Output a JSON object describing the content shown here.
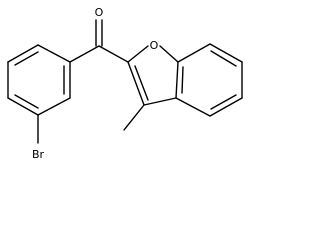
{
  "molecule": {
    "atoms": {
      "carbonyl_oxygen": "O",
      "ring_oxygen": "O",
      "bromine": "Br"
    }
  }
}
